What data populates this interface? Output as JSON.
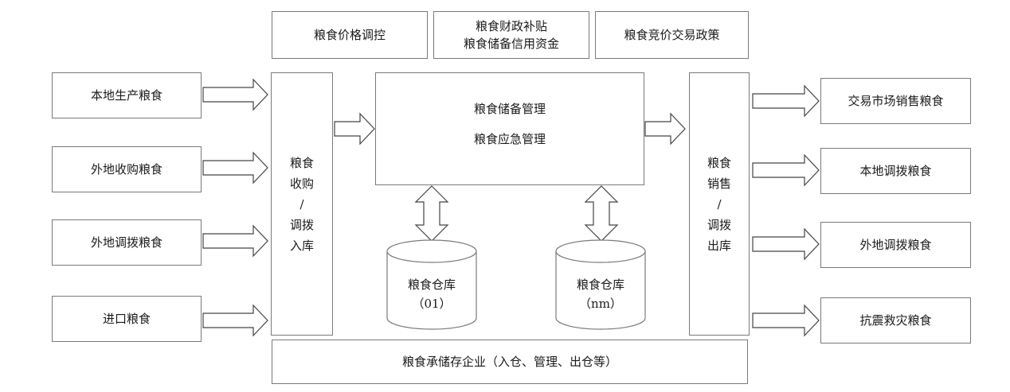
{
  "policy_boxes": [
    {
      "lines": [
        "粮食价格调控"
      ]
    },
    {
      "lines": [
        "粮食财政补贴",
        "粮食储备信用资金"
      ]
    },
    {
      "lines": [
        "粮食竞价交易政策"
      ]
    }
  ],
  "sources": [
    "本地生产粮食",
    "外地收购粮食",
    "外地调拨粮食",
    "进口粮食"
  ],
  "inbound": [
    "粮食",
    "收购",
    "/",
    "调拨",
    "入库"
  ],
  "center": [
    "粮食储备管理",
    "粮食应急管理"
  ],
  "warehouses": [
    {
      "name": "粮食仓库",
      "code": "（01）"
    },
    {
      "name": "粮食仓库",
      "code": "（nm）"
    }
  ],
  "outbound": [
    "粮食",
    "销售",
    "/",
    "调拨",
    "出库"
  ],
  "destinations": [
    "交易市场销售粮食",
    "本地调拨粮食",
    "外地调拨粮食",
    "抗震救灾粮食"
  ],
  "enterprise": "粮食承储存企业（入仓、管理、出仓等）",
  "colors": {
    "stroke": "#7a7a7a",
    "text": "#1a1a1a",
    "background": "#ffffff"
  }
}
